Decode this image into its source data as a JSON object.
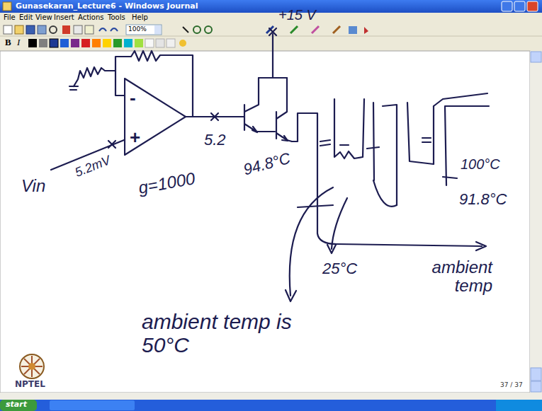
{
  "diagram": {
    "nodes": [
      {
        "text": [
          "-",
          "+"
        ]
      }
    ],
    "labels": [
      "Gunasekaran_Lecture6 - Windows Journal",
      "File",
      "Edit",
      "View",
      "Insert",
      "Actions",
      "Tools",
      "Help",
      "100%",
      "B",
      "I",
      "+15 V",
      "Vin",
      "5.2mV",
      "g=1000",
      "5.2",
      "94.8°C",
      "100°C",
      "91.8°C",
      "25°C",
      "ambient temp",
      "ambient temp is 50°C",
      "NPTEL",
      "37 / 37",
      "start"
    ]
  }
}
